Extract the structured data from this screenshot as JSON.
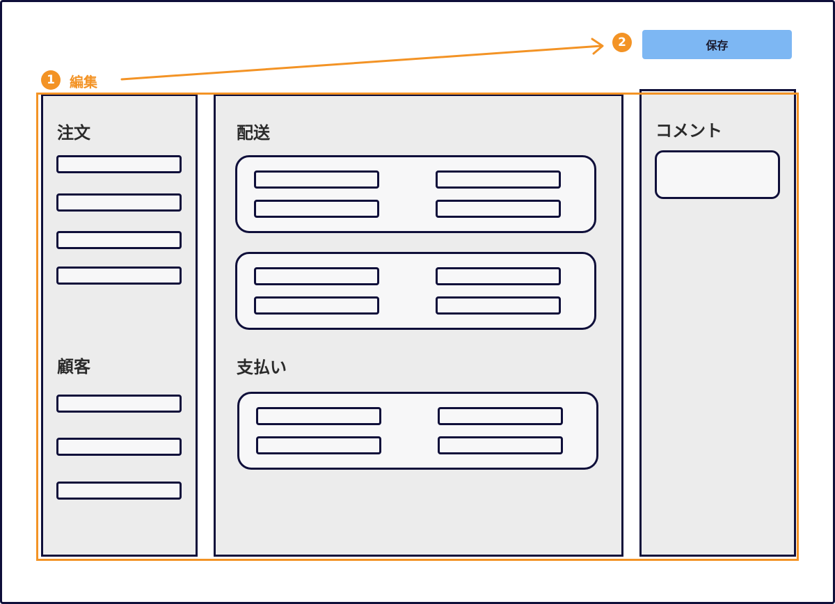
{
  "colors": {
    "border": "#0f0f3a",
    "panel": "#ececec",
    "field": "#f7f7f8",
    "annotation": "#f39325",
    "save_button": "#7db7f3"
  },
  "annotations": {
    "marker1_number": "1",
    "marker1_label": "編集",
    "marker2_number": "2"
  },
  "header": {
    "save_label": "保存"
  },
  "left_column": {
    "order_title": "注文",
    "customer_title": "顧客"
  },
  "middle_column": {
    "shipping_title": "配送",
    "payment_title": "支払い"
  },
  "right_column": {
    "comment_title": "コメント"
  }
}
